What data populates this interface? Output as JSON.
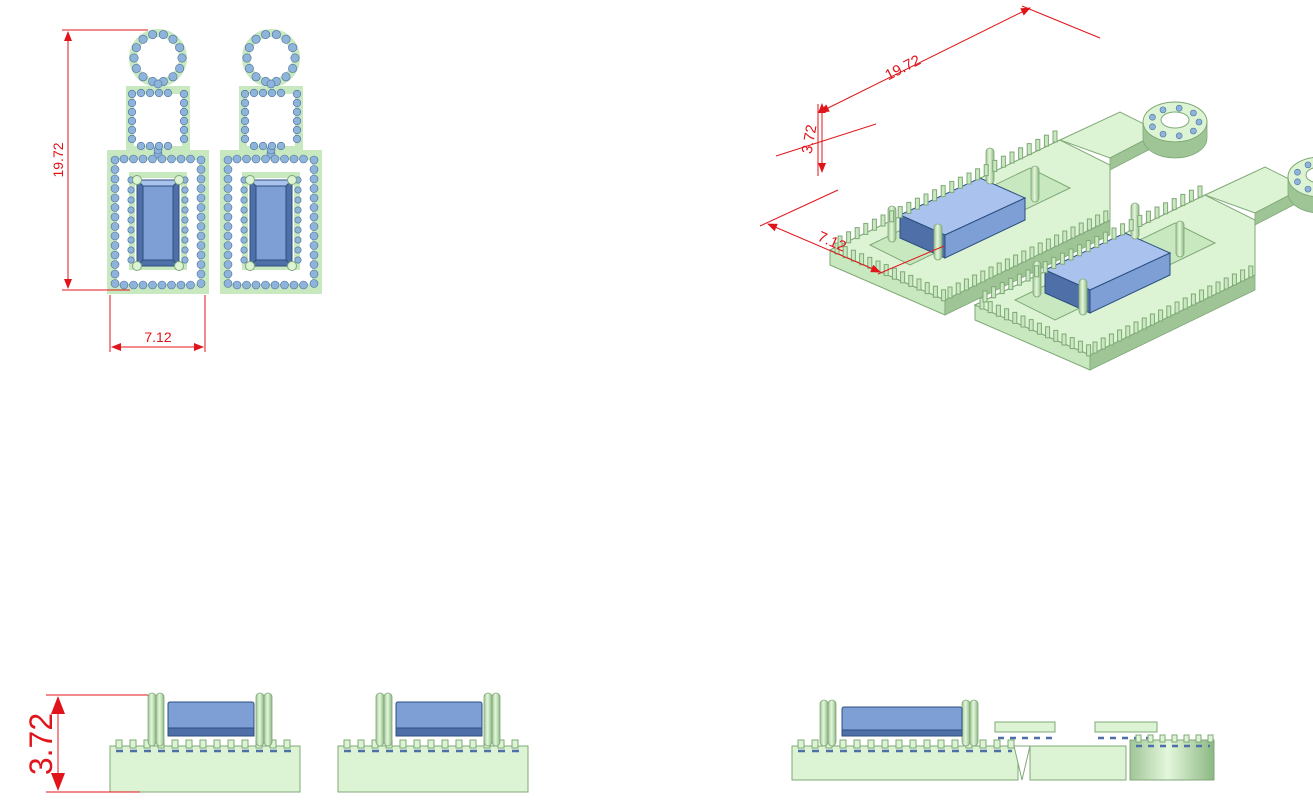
{
  "dimensions": {
    "height": "19.72",
    "width": "7.12",
    "depth": "3.72"
  },
  "views": [
    {
      "name": "front-view"
    },
    {
      "name": "isometric-view"
    },
    {
      "name": "side-view"
    },
    {
      "name": "end-view"
    }
  ],
  "colors": {
    "dimension": "#e0141a",
    "metal": "#c8e8c0",
    "metal_light": "#dcf3d4",
    "metal_dark": "#9fc597",
    "metal_edge": "#7fa876",
    "bead": "#8fb4dc",
    "gem": "#7e9ed6",
    "gem_light": "#a9c3ee",
    "gem_dark": "#4e6fa8",
    "background": "#ffffff"
  }
}
